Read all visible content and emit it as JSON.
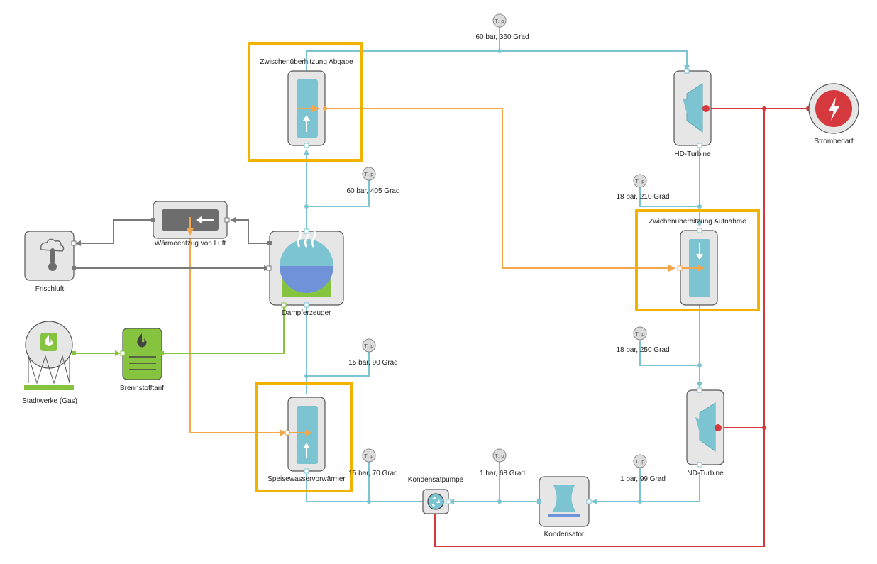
{
  "colors": {
    "water": "#7cc4d1",
    "heat": "#f4a64a",
    "electric": "#d6393d",
    "air": "#7a7a7a",
    "fuel": "#86c440",
    "highlight": "#f1b300",
    "component_bg": "#e6e6e6"
  },
  "components": {
    "hx_zwischen_abgabe": "Zwischenüberhitzung Abgabe",
    "hx_zwischen_aufnahme": "Zwichenüberhitzung Aufnahme",
    "hx_speisewasser": "Speisewasservorwärmer",
    "hd_turbine": "HD-Turbine",
    "nd_turbine": "ND-Turbine",
    "strombedarf": "Strombedarf",
    "dampferzeuger": "Dampferzeuger",
    "waermeentzug": "Wärmeentzug von Luft",
    "frischluft": "Frischluft",
    "stadtwerke": "Stadtwerke (Gas)",
    "brennstofftarif": "Brennstofftarif",
    "kondensatpumpe": "Kondensatpumpe",
    "kondensator": "Kondensator"
  },
  "sensors": {
    "symbol": "T, p",
    "s1": "60 bar, 360 Grad",
    "s2": "60 bar, 405 Grad",
    "s3": "18 bar, 210 Grad",
    "s4": "18 bar, 250 Grad",
    "s5": "15 bar, 90 Grad",
    "s6": "15 bar, 70 Grad",
    "s7": "1 bar, 68 Grad",
    "s8": "1 bar, 99 Grad"
  }
}
